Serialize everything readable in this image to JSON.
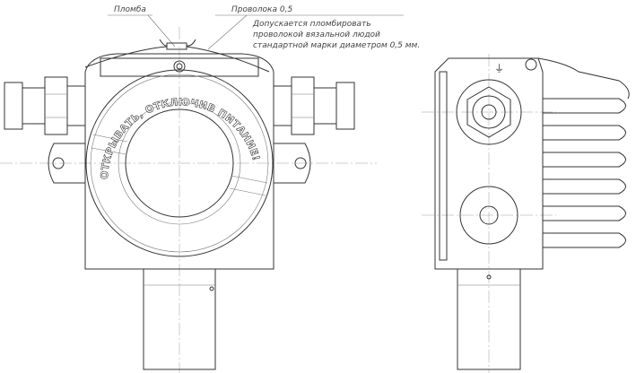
{
  "annotations": {
    "seal_label": "Пломба",
    "wire_label": "Проволока 0,5",
    "note_lines": [
      "Допускается пломбировать",
      "проволокой вязальной людой",
      "стандартной марки диаметром 0,5 мм."
    ]
  },
  "cover_inscription": "ОТКРЫВАТЬ, ОТКЛЮЧИВ ПИТАНИЕ!",
  "ground_symbol": "⏚"
}
